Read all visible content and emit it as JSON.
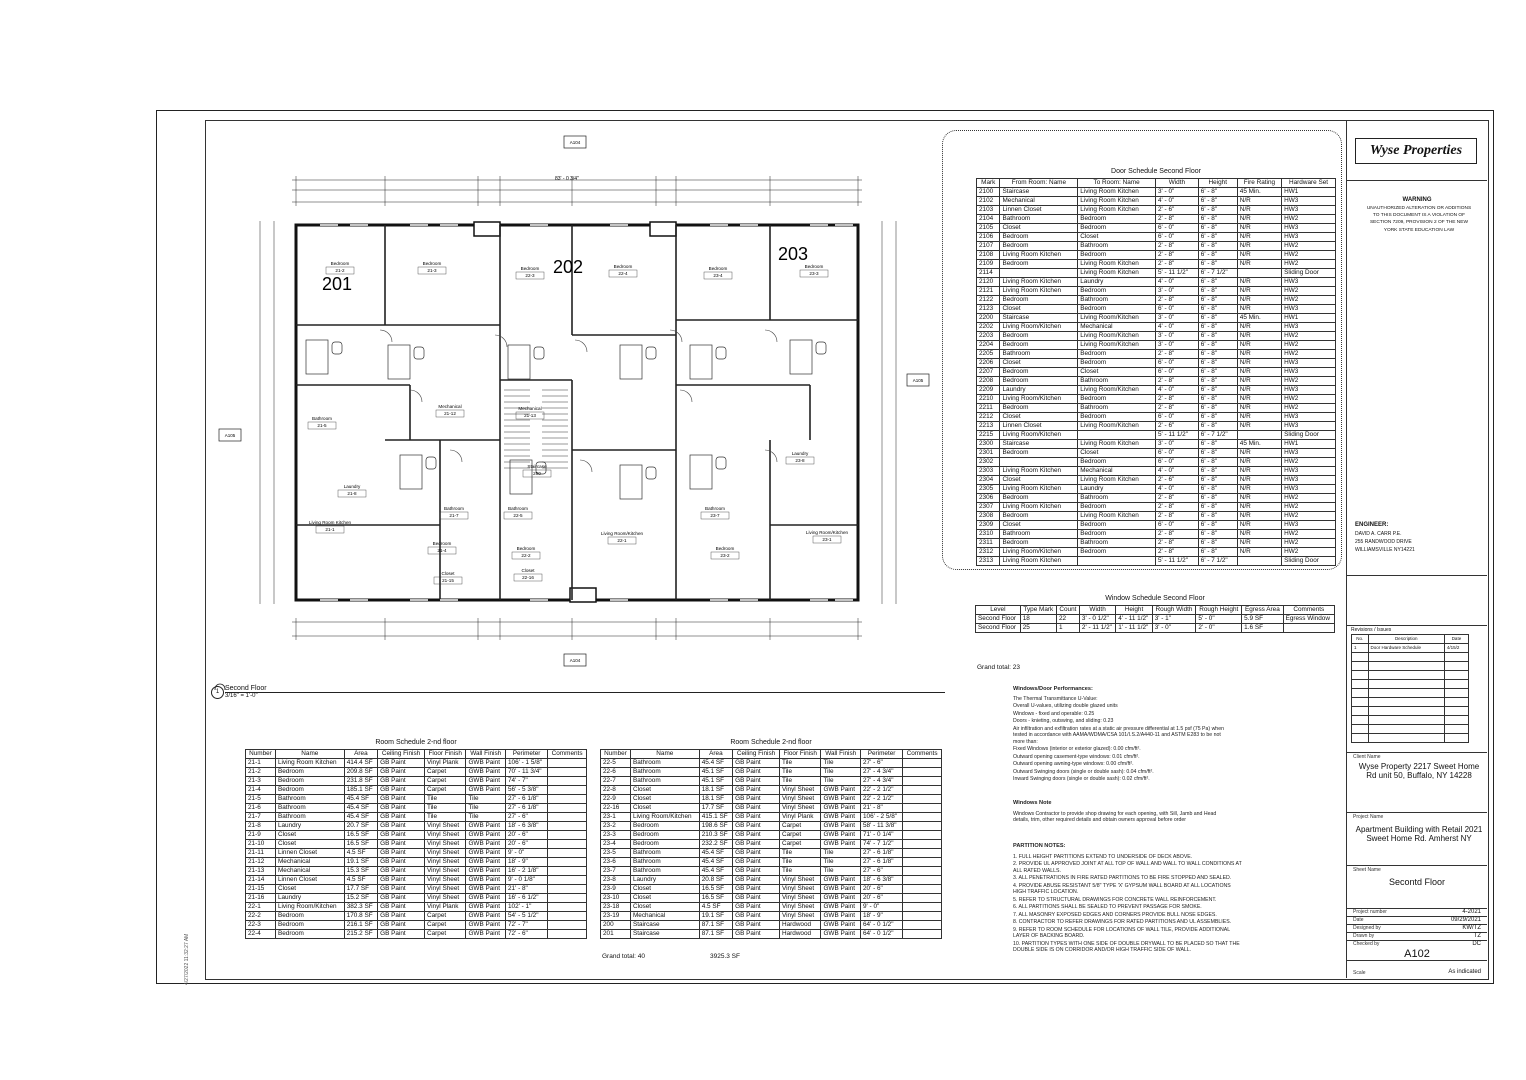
{
  "door_schedule": {
    "title": "Door Schedule Second Floor",
    "headers": [
      "Mark",
      "From Room: Name",
      "To Room: Name",
      "Width",
      "Height",
      "Fire Rating",
      "Hardware Set"
    ],
    "rows": [
      [
        "2100",
        "Staircase",
        "Living Room Kitchen",
        "3' - 0\"",
        "6' - 8\"",
        "45 Min.",
        "HW1"
      ],
      [
        "2102",
        "Mechanical",
        "Living Room Kitchen",
        "4' - 0\"",
        "6' - 8\"",
        "N/R",
        "HW3"
      ],
      [
        "2103",
        "Linnen Closet",
        "Living Room Kitchen",
        "2' - 6\"",
        "6' - 8\"",
        "N/R",
        "HW3"
      ],
      [
        "2104",
        "Bathroom",
        "Bedroom",
        "2' - 8\"",
        "6' - 8\"",
        "N/R",
        "HW2"
      ],
      [
        "2105",
        "Closet",
        "Bedroom",
        "6' - 0\"",
        "6' - 8\"",
        "N/R",
        "HW3"
      ],
      [
        "2106",
        "Bedroom",
        "Closet",
        "6' - 0\"",
        "6' - 8\"",
        "N/R",
        "HW3"
      ],
      [
        "2107",
        "Bedroom",
        "Bathroom",
        "2' - 8\"",
        "6' - 8\"",
        "N/R",
        "HW2"
      ],
      [
        "2108",
        "Living Room Kitchen",
        "Bedroom",
        "2' - 8\"",
        "6' - 8\"",
        "N/R",
        "HW2"
      ],
      [
        "2109",
        "Bedroom",
        "Living Room Kitchen",
        "2' - 8\"",
        "6' - 8\"",
        "N/R",
        "HW2"
      ],
      [
        "2114",
        "",
        "Living Room Kitchen",
        "5' - 11 1/2\"",
        "6' - 7 1/2\"",
        "",
        "Sliding Door"
      ],
      [
        "2120",
        "Living Room Kitchen",
        "Laundry",
        "4' - 0\"",
        "6' - 8\"",
        "N/R",
        "HW3"
      ],
      [
        "2121",
        "Living Room Kitchen",
        "Bedroom",
        "3' - 0\"",
        "6' - 8\"",
        "N/R",
        "HW2"
      ],
      [
        "2122",
        "Bedroom",
        "Bathroom",
        "2' - 8\"",
        "6' - 8\"",
        "N/R",
        "HW2"
      ],
      [
        "2123",
        "Closet",
        "Bedroom",
        "6' - 0\"",
        "6' - 8\"",
        "N/R",
        "HW3"
      ],
      [
        "2200",
        "Staircase",
        "Living Room/Kitchen",
        "3' - 0\"",
        "6' - 8\"",
        "45 Min.",
        "HW1"
      ],
      [
        "2202",
        "Living Room/Kitchen",
        "Mechanical",
        "4' - 0\"",
        "6' - 8\"",
        "N/R",
        "HW3"
      ],
      [
        "2203",
        "Bedroom",
        "Living Room/Kitchen",
        "3' - 0\"",
        "6' - 8\"",
        "N/R",
        "HW2"
      ],
      [
        "2204",
        "Bedroom",
        "Living Room/Kitchen",
        "3' - 0\"",
        "6' - 8\"",
        "N/R",
        "HW2"
      ],
      [
        "2205",
        "Bathroom",
        "Bedroom",
        "2' - 8\"",
        "6' - 8\"",
        "N/R",
        "HW2"
      ],
      [
        "2206",
        "Closet",
        "Bedroom",
        "6' - 0\"",
        "6' - 8\"",
        "N/R",
        "HW3"
      ],
      [
        "2207",
        "Bedroom",
        "Closet",
        "6' - 0\"",
        "6' - 8\"",
        "N/R",
        "HW3"
      ],
      [
        "2208",
        "Bedroom",
        "Bathroom",
        "2' - 8\"",
        "6' - 8\"",
        "N/R",
        "HW2"
      ],
      [
        "2209",
        "Laundry",
        "Living Room/Kitchen",
        "4' - 0\"",
        "6' - 8\"",
        "N/R",
        "HW3"
      ],
      [
        "2210",
        "Living Room/Kitchen",
        "Bedroom",
        "2' - 8\"",
        "6' - 8\"",
        "N/R",
        "HW2"
      ],
      [
        "2211",
        "Bedroom",
        "Bathroom",
        "2' - 8\"",
        "6' - 8\"",
        "N/R",
        "HW2"
      ],
      [
        "2212",
        "Closet",
        "Bedroom",
        "6' - 0\"",
        "6' - 8\"",
        "N/R",
        "HW3"
      ],
      [
        "2213",
        "Linnen Closet",
        "Living Room/Kitchen",
        "2' - 6\"",
        "6' - 8\"",
        "N/R",
        "HW3"
      ],
      [
        "2215",
        "Living Room/Kitchen",
        "",
        "5' - 11 1/2\"",
        "6' - 7 1/2\"",
        "",
        "Sliding Door"
      ],
      [
        "2300",
        "Staircase",
        "Living Room Kitchen",
        "3' - 0\"",
        "6' - 8\"",
        "45 Min.",
        "HW1"
      ],
      [
        "2301",
        "Bedroom",
        "Closet",
        "6' - 0\"",
        "6' - 8\"",
        "N/R",
        "HW3"
      ],
      [
        "2302",
        "",
        "Bedroom",
        "6' - 0\"",
        "6' - 8\"",
        "N/R",
        "HW2"
      ],
      [
        "2303",
        "Living Room Kitchen",
        "Mechanical",
        "4' - 0\"",
        "6' - 8\"",
        "N/R",
        "HW3"
      ],
      [
        "2304",
        "Closet",
        "Living Room Kitchen",
        "2' - 6\"",
        "6' - 8\"",
        "N/R",
        "HW3"
      ],
      [
        "2305",
        "Living Room Kitchen",
        "Laundry",
        "4' - 0\"",
        "6' - 8\"",
        "N/R",
        "HW3"
      ],
      [
        "2306",
        "Bedroom",
        "Bathroom",
        "2' - 8\"",
        "6' - 8\"",
        "N/R",
        "HW2"
      ],
      [
        "2307",
        "Living Room Kitchen",
        "Bedroom",
        "2' - 8\"",
        "6' - 8\"",
        "N/R",
        "HW2"
      ],
      [
        "2308",
        "Bedroom",
        "Living Room Kitchen",
        "2' - 8\"",
        "6' - 8\"",
        "N/R",
        "HW2"
      ],
      [
        "2309",
        "Closet",
        "Bedroom",
        "6' - 0\"",
        "6' - 8\"",
        "N/R",
        "HW3"
      ],
      [
        "2310",
        "Bathroom",
        "Bedroom",
        "2' - 8\"",
        "6' - 8\"",
        "N/R",
        "HW2"
      ],
      [
        "2311",
        "Bedroom",
        "Bathroom",
        "2' - 8\"",
        "6' - 8\"",
        "N/R",
        "HW2"
      ],
      [
        "2312",
        "Living Room/Kitchen",
        "Bedroom",
        "2' - 8\"",
        "6' - 8\"",
        "N/R",
        "HW2"
      ],
      [
        "2313",
        "Living Room Kitchen",
        "",
        "5' - 11 1/2\"",
        "6' - 7 1/2\"",
        "",
        "Sliding Door"
      ]
    ]
  },
  "window_schedule": {
    "title": "Window Schedule Second Floor",
    "headers": [
      "Level",
      "Type Mark",
      "Count",
      "Width",
      "Height",
      "Rough Width",
      "Rough Height",
      "Egress Area",
      "Comments"
    ],
    "rows": [
      [
        "Second Floor",
        "18",
        "22",
        "3' - 0 1/2\"",
        "4' - 11 1/2\"",
        "3' - 1\"",
        "5' - 0\"",
        "5.9 SF",
        "Egress Window"
      ],
      [
        "Second Floor",
        "25",
        "1",
        "2' - 11 1/2\"",
        "1' - 11 1/2\"",
        "3' - 0\"",
        "2' - 0\"",
        "1.6 SF",
        ""
      ]
    ],
    "grand_total": "Grand total: 23"
  },
  "room_schedule_a": {
    "title": "Room Schedule 2-nd floor",
    "headers": [
      "Number",
      "Name",
      "Area",
      "Ceiling Finish",
      "Floor Finish",
      "Wall Finish",
      "Perimeter",
      "Comments"
    ],
    "rows": [
      [
        "21-1",
        "Living Room Kitchen",
        "414.4 SF",
        "GB Paint",
        "Vinyl Plank",
        "GWB Paint",
        "106' - 1 5/8\"",
        ""
      ],
      [
        "21-2",
        "Bedroom",
        "209.8 SF",
        "GB Paint",
        "Carpet",
        "GWB Paint",
        "70' - 11 3/4\"",
        ""
      ],
      [
        "21-3",
        "Bedroom",
        "231.8 SF",
        "GB Paint",
        "Carpet",
        "GWB Paint",
        "74' - 7\"",
        ""
      ],
      [
        "21-4",
        "Bedroom",
        "185.1 SF",
        "GB Paint",
        "Carpet",
        "GWB Paint",
        "56' - 5 3/8\"",
        ""
      ],
      [
        "21-5",
        "Bathroom",
        "45.4 SF",
        "GB Paint",
        "Tile",
        "Tile",
        "27' - 6 1/8\"",
        ""
      ],
      [
        "21-6",
        "Bathroom",
        "45.4 SF",
        "GB Paint",
        "Tile",
        "Tile",
        "27' - 6 1/8\"",
        ""
      ],
      [
        "21-7",
        "Bathroom",
        "45.4 SF",
        "GB Paint",
        "Tile",
        "Tile",
        "27' - 6\"",
        ""
      ],
      [
        "21-8",
        "Laundry",
        "20.7 SF",
        "GB Paint",
        "Vinyl Sheet",
        "GWB Paint",
        "18' - 6 3/8\"",
        ""
      ],
      [
        "21-9",
        "Closet",
        "16.5 SF",
        "GB Paint",
        "Vinyl Sheet",
        "GWB Paint",
        "20' - 6\"",
        ""
      ],
      [
        "21-10",
        "Closet",
        "16.5 SF",
        "GB Paint",
        "Vinyl Sheet",
        "GWB Paint",
        "20' - 6\"",
        ""
      ],
      [
        "21-11",
        "Linnen Closet",
        "4.5 SF",
        "GB Paint",
        "Vinyl Sheet",
        "GWB Paint",
        "9' - 0\"",
        ""
      ],
      [
        "21-12",
        "Mechanical",
        "19.1 SF",
        "GB Paint",
        "Vinyl Sheet",
        "GWB Paint",
        "18' - 9\"",
        ""
      ],
      [
        "21-13",
        "Mechanical",
        "15.3 SF",
        "GB Paint",
        "Vinyl Sheet",
        "GWB Paint",
        "16' - 2 1/8\"",
        ""
      ],
      [
        "21-14",
        "Linnen Closet",
        "4.5 SF",
        "GB Paint",
        "Vinyl Sheet",
        "GWB Paint",
        "9' - 0 1/8\"",
        ""
      ],
      [
        "21-15",
        "Closet",
        "17.7 SF",
        "GB Paint",
        "Vinyl Sheet",
        "GWB Paint",
        "21' - 8\"",
        ""
      ],
      [
        "21-16",
        "Laundry",
        "15.2 SF",
        "GB Paint",
        "Vinyl Sheet",
        "GWB Paint",
        "16' - 6 1/2\"",
        ""
      ],
      [
        "22-1",
        "Living Room/Kitchen",
        "382.3 SF",
        "GB Paint",
        "Vinyl Plank",
        "GWB Paint",
        "102' - 1\"",
        ""
      ],
      [
        "22-2",
        "Bedroom",
        "170.8 SF",
        "GB Paint",
        "Carpet",
        "GWB Paint",
        "54' - 5 1/2\"",
        ""
      ],
      [
        "22-3",
        "Bedroom",
        "216.1 SF",
        "GB Paint",
        "Carpet",
        "GWB Paint",
        "72' - 7\"",
        ""
      ],
      [
        "22-4",
        "Bedroom",
        "215.2 SF",
        "GB Paint",
        "Carpet",
        "GWB Paint",
        "72' - 6\"",
        ""
      ]
    ]
  },
  "room_schedule_b": {
    "title": "Room Schedule 2-nd floor",
    "headers": [
      "Number",
      "Name",
      "Area",
      "Ceiling Finish",
      "Floor Finish",
      "Wall Finish",
      "Perimeter",
      "Comments"
    ],
    "rows": [
      [
        "22-5",
        "Bathroom",
        "45.4 SF",
        "GB Paint",
        "Tile",
        "Tile",
        "27' - 6\"",
        ""
      ],
      [
        "22-6",
        "Bathroom",
        "45.1 SF",
        "GB Paint",
        "Tile",
        "Tile",
        "27' - 4 3/4\"",
        ""
      ],
      [
        "22-7",
        "Bathroom",
        "45.1 SF",
        "GB Paint",
        "Tile",
        "Tile",
        "27' - 4 3/4\"",
        ""
      ],
      [
        "22-8",
        "Closet",
        "18.1 SF",
        "GB Paint",
        "Vinyl Sheet",
        "GWB Paint",
        "22' - 2 1/2\"",
        ""
      ],
      [
        "22-9",
        "Closet",
        "18.1 SF",
        "GB Paint",
        "Vinyl Sheet",
        "GWB Paint",
        "22' - 2 1/2\"",
        ""
      ],
      [
        "22-16",
        "Closet",
        "17.7 SF",
        "GB Paint",
        "Vinyl Sheet",
        "GWB Paint",
        "21' - 8\"",
        ""
      ],
      [
        "23-1",
        "Living Room/Kitchen",
        "415.1 SF",
        "GB Paint",
        "Vinyl Plank",
        "GWB Paint",
        "106' - 2 5/8\"",
        ""
      ],
      [
        "23-2",
        "Bedroom",
        "198.6 SF",
        "GB Paint",
        "Carpet",
        "GWB Paint",
        "58' - 11 3/8\"",
        ""
      ],
      [
        "23-3",
        "Bedroom",
        "210.3 SF",
        "GB Paint",
        "Carpet",
        "GWB Paint",
        "71' - 0 1/4\"",
        ""
      ],
      [
        "23-4",
        "Bedroom",
        "232.2 SF",
        "GB Paint",
        "Carpet",
        "GWB Paint",
        "74' - 7 1/2\"",
        ""
      ],
      [
        "23-5",
        "Bathroom",
        "45.4 SF",
        "GB Paint",
        "Tile",
        "Tile",
        "27' - 6 1/8\"",
        ""
      ],
      [
        "23-6",
        "Bathroom",
        "45.4 SF",
        "GB Paint",
        "Tile",
        "Tile",
        "27' - 6 1/8\"",
        ""
      ],
      [
        "23-7",
        "Bathroom",
        "45.4 SF",
        "GB Paint",
        "Tile",
        "Tile",
        "27' - 6\"",
        ""
      ],
      [
        "23-8",
        "Laundry",
        "20.8 SF",
        "GB Paint",
        "Vinyl Sheet",
        "GWB Paint",
        "18' - 6 3/8\"",
        ""
      ],
      [
        "23-9",
        "Closet",
        "16.5 SF",
        "GB Paint",
        "Vinyl Sheet",
        "GWB Paint",
        "20' - 6\"",
        ""
      ],
      [
        "23-10",
        "Closet",
        "16.5 SF",
        "GB Paint",
        "Vinyl Sheet",
        "GWB Paint",
        "20' - 6\"",
        ""
      ],
      [
        "23-18",
        "Closet",
        "4.5 SF",
        "GB Paint",
        "Vinyl Sheet",
        "GWB Paint",
        "9' - 0\"",
        ""
      ],
      [
        "23-19",
        "Mechanical",
        "19.1 SF",
        "GB Paint",
        "Vinyl Sheet",
        "GWB Paint",
        "18' - 9\"",
        ""
      ],
      [
        "200",
        "Staircase",
        "87.1 SF",
        "GB Paint",
        "Hardwood",
        "GWB Paint",
        "64' - 0 1/2\"",
        ""
      ],
      [
        "201",
        "Staircase",
        "87.1 SF",
        "GB Paint",
        "Hardwood",
        "GWB Paint",
        "64' - 0 1/2\"",
        ""
      ]
    ],
    "grand_total": "Grand total: 40",
    "grand_area": "3925.3 SF"
  },
  "plan": {
    "unit_labels": [
      "201",
      "202",
      "203"
    ],
    "view_title": "Second Floor",
    "view_scale": "3/16\" = 1'-0\"",
    "view_number": "1",
    "overall_dim": "83' - 0 3/4\"",
    "ref_tags": [
      "A104",
      "A104",
      "A105",
      "A105"
    ],
    "rooms": [
      {
        "name": "Bedroom",
        "num": "21-2"
      },
      {
        "name": "Bedroom",
        "num": "21-3"
      },
      {
        "name": "Bedroom",
        "num": "22-3"
      },
      {
        "name": "Bedroom",
        "num": "22-4"
      },
      {
        "name": "Bedroom",
        "num": "23-4"
      },
      {
        "name": "Bedroom",
        "num": "23-3"
      },
      {
        "name": "Living Room Kitchen",
        "num": "21-1"
      },
      {
        "name": "Living Room/Kitchen",
        "num": "22-1"
      },
      {
        "name": "Living Room/Kitchen",
        "num": "23-1"
      },
      {
        "name": "Staircase",
        "num": "200"
      },
      {
        "name": "Mechanical",
        "num": "21-12"
      },
      {
        "name": "Mechanical",
        "num": "21-13"
      },
      {
        "name": "Bathroom",
        "num": "21-5"
      },
      {
        "name": "Bathroom",
        "num": "21-7"
      },
      {
        "name": "Bathroom",
        "num": "22-5"
      },
      {
        "name": "Bathroom",
        "num": "23-7"
      },
      {
        "name": "Bedroom",
        "num": "21-4"
      },
      {
        "name": "Bedroom",
        "num": "22-2"
      },
      {
        "name": "Bedroom",
        "num": "23-2"
      },
      {
        "name": "Closet",
        "num": "21-15"
      },
      {
        "name": "Closet",
        "num": "22-16"
      },
      {
        "name": "Laundry",
        "num": "21-8"
      },
      {
        "name": "Laundry",
        "num": "23-8"
      }
    ]
  },
  "notes": {
    "perf_title": "Windows/Door Performances:",
    "perf_lines": [
      "The Thermal Transmittance U-Value:",
      "Overall U-values, utilizing double glazed units",
      "Windows - fixed and operable: 0.25",
      "Doors - knieting, outswing, and sliding: 0.23",
      "Air infiltration and exfiltration rates at a static air pressure differential at 1.5 psf (75 Pa) when tested in accordance with AAMA/WDMA/CSA 101/I.S.2/A440-11 and ASTM E283 to be not more than:",
      "Fixed Windows (interior or exterior glazed): 0.00 cfm/ft².",
      "Outward opening casement-type windows: 0.01 cfm/ft².",
      "Outward opening awning-type windows: 0.00 cfm/ft².",
      "Outward Swinging doors (single or double sash): 0.04 cfm/ft².",
      "Inward Swinging doors (single or double sash): 0.02 cfm/ft²."
    ],
    "win_title": "Windows Note",
    "win_text": "Windows Contractor to provide shop drawing for each opening, with Sill, Jamb and Head details, trim, other required details and obtain owners approval before order",
    "part_title": "PARTITION NOTES:",
    "part_lines": [
      "1. FULL HEIGHT PARTITIONS EXTEND TO UNDERSIDE OF DECK ABOVE.",
      "2. PROVIDE UL APPROVED JOINT AT ALL TOP OF WALL AND WALL TO WALL CONDITIONS AT ALL RATED WALLS.",
      "3. ALL PENETRATIONS IN FIRE RATED PARTITIONS TO BE FIRE STOPPED AND SEALED.",
      "4. PROVIDE ABUSE RESISTANT 5/8\" TYPE 'X' GYPSUM WALL BOARD AT ALL LOCATIONS HIGH TRAFFIC LOCATION.",
      "5. REFER TO STRUCTURAL DRAWINGS FOR CONCRETE WALL REINFORCEMENT.",
      "6. ALL PARTITIONS SHALL BE SEALED TO PREVENT PASSAGE FOR SMOKE.",
      "7. ALL MASONRY EXPOSED EDGES AND CORNERS PROVIDE BULL NOSE EDGES.",
      "8. CONTRACTOR TO REFER DRAWINGS FOR RATED PARTITIONS AND UL ASSEMBLIES.",
      "9. REFER TO ROOM SCHEDULE FOR LOCATIONS OF WALL TILE, PROVIDE ADDITIONAL LAYER OF BACKING BOARD.",
      "10. PARTITION TYPES WITH ONE SIDE OF DOUBLE DRYWALL TO BE PLACED SO THAT THE DOUBLE SIDE IS ON CORRIDOR AND/OR HIGH TRAFFIC SIDE OF WALL."
    ]
  },
  "titleblock": {
    "logo": "Wyse Properties",
    "warning_title": "WARNING",
    "warning_text": "UNAUTHORIZED ALTERATION OR ADDITIONS TO THIS DOCUMENT IS A VIOLATION OF SECTION 7209, PROVISION 2 OF THE NEW YORK STATE EDUCATION LAW",
    "engineer_label": "ENGINEER:",
    "engineer_name": "DAVID A. CARR P.E.",
    "engineer_addr1": "255 RANDWOOD DRIVE",
    "engineer_addr2": "WILLIAMSVILLE NY14221",
    "revisions_label": "Revisions / Issues",
    "rev_headers": [
      "No.",
      "Description",
      "Date"
    ],
    "rev_row": [
      "1",
      "Door Hardware Schedule",
      "4/15/2"
    ],
    "client_label": "Client Name",
    "client": "Wyse Property 2217 Sweet Home Rd unit 50, Buffalo, NY 14228",
    "project_label": "Project Name",
    "project": "Apartment Building with Retail 2021 Sweet Home Rd. Amherst NY",
    "sheet_label": "Sheet Name",
    "sheet_name": "Secontd Floor",
    "meta": [
      {
        "k": "Project number",
        "v": "4-2021"
      },
      {
        "k": "Date",
        "v": "09/29/2021"
      },
      {
        "k": "Designed by",
        "v": "KW/TZ"
      },
      {
        "k": "Drawn by",
        "v": "TZ"
      },
      {
        "k": "Checked by",
        "v": "DC"
      }
    ],
    "sheet_number": "A102",
    "scale_label": "Scale",
    "scale_value": "As indicated"
  },
  "stamp": "4/27/2022 11:32:27 AM"
}
